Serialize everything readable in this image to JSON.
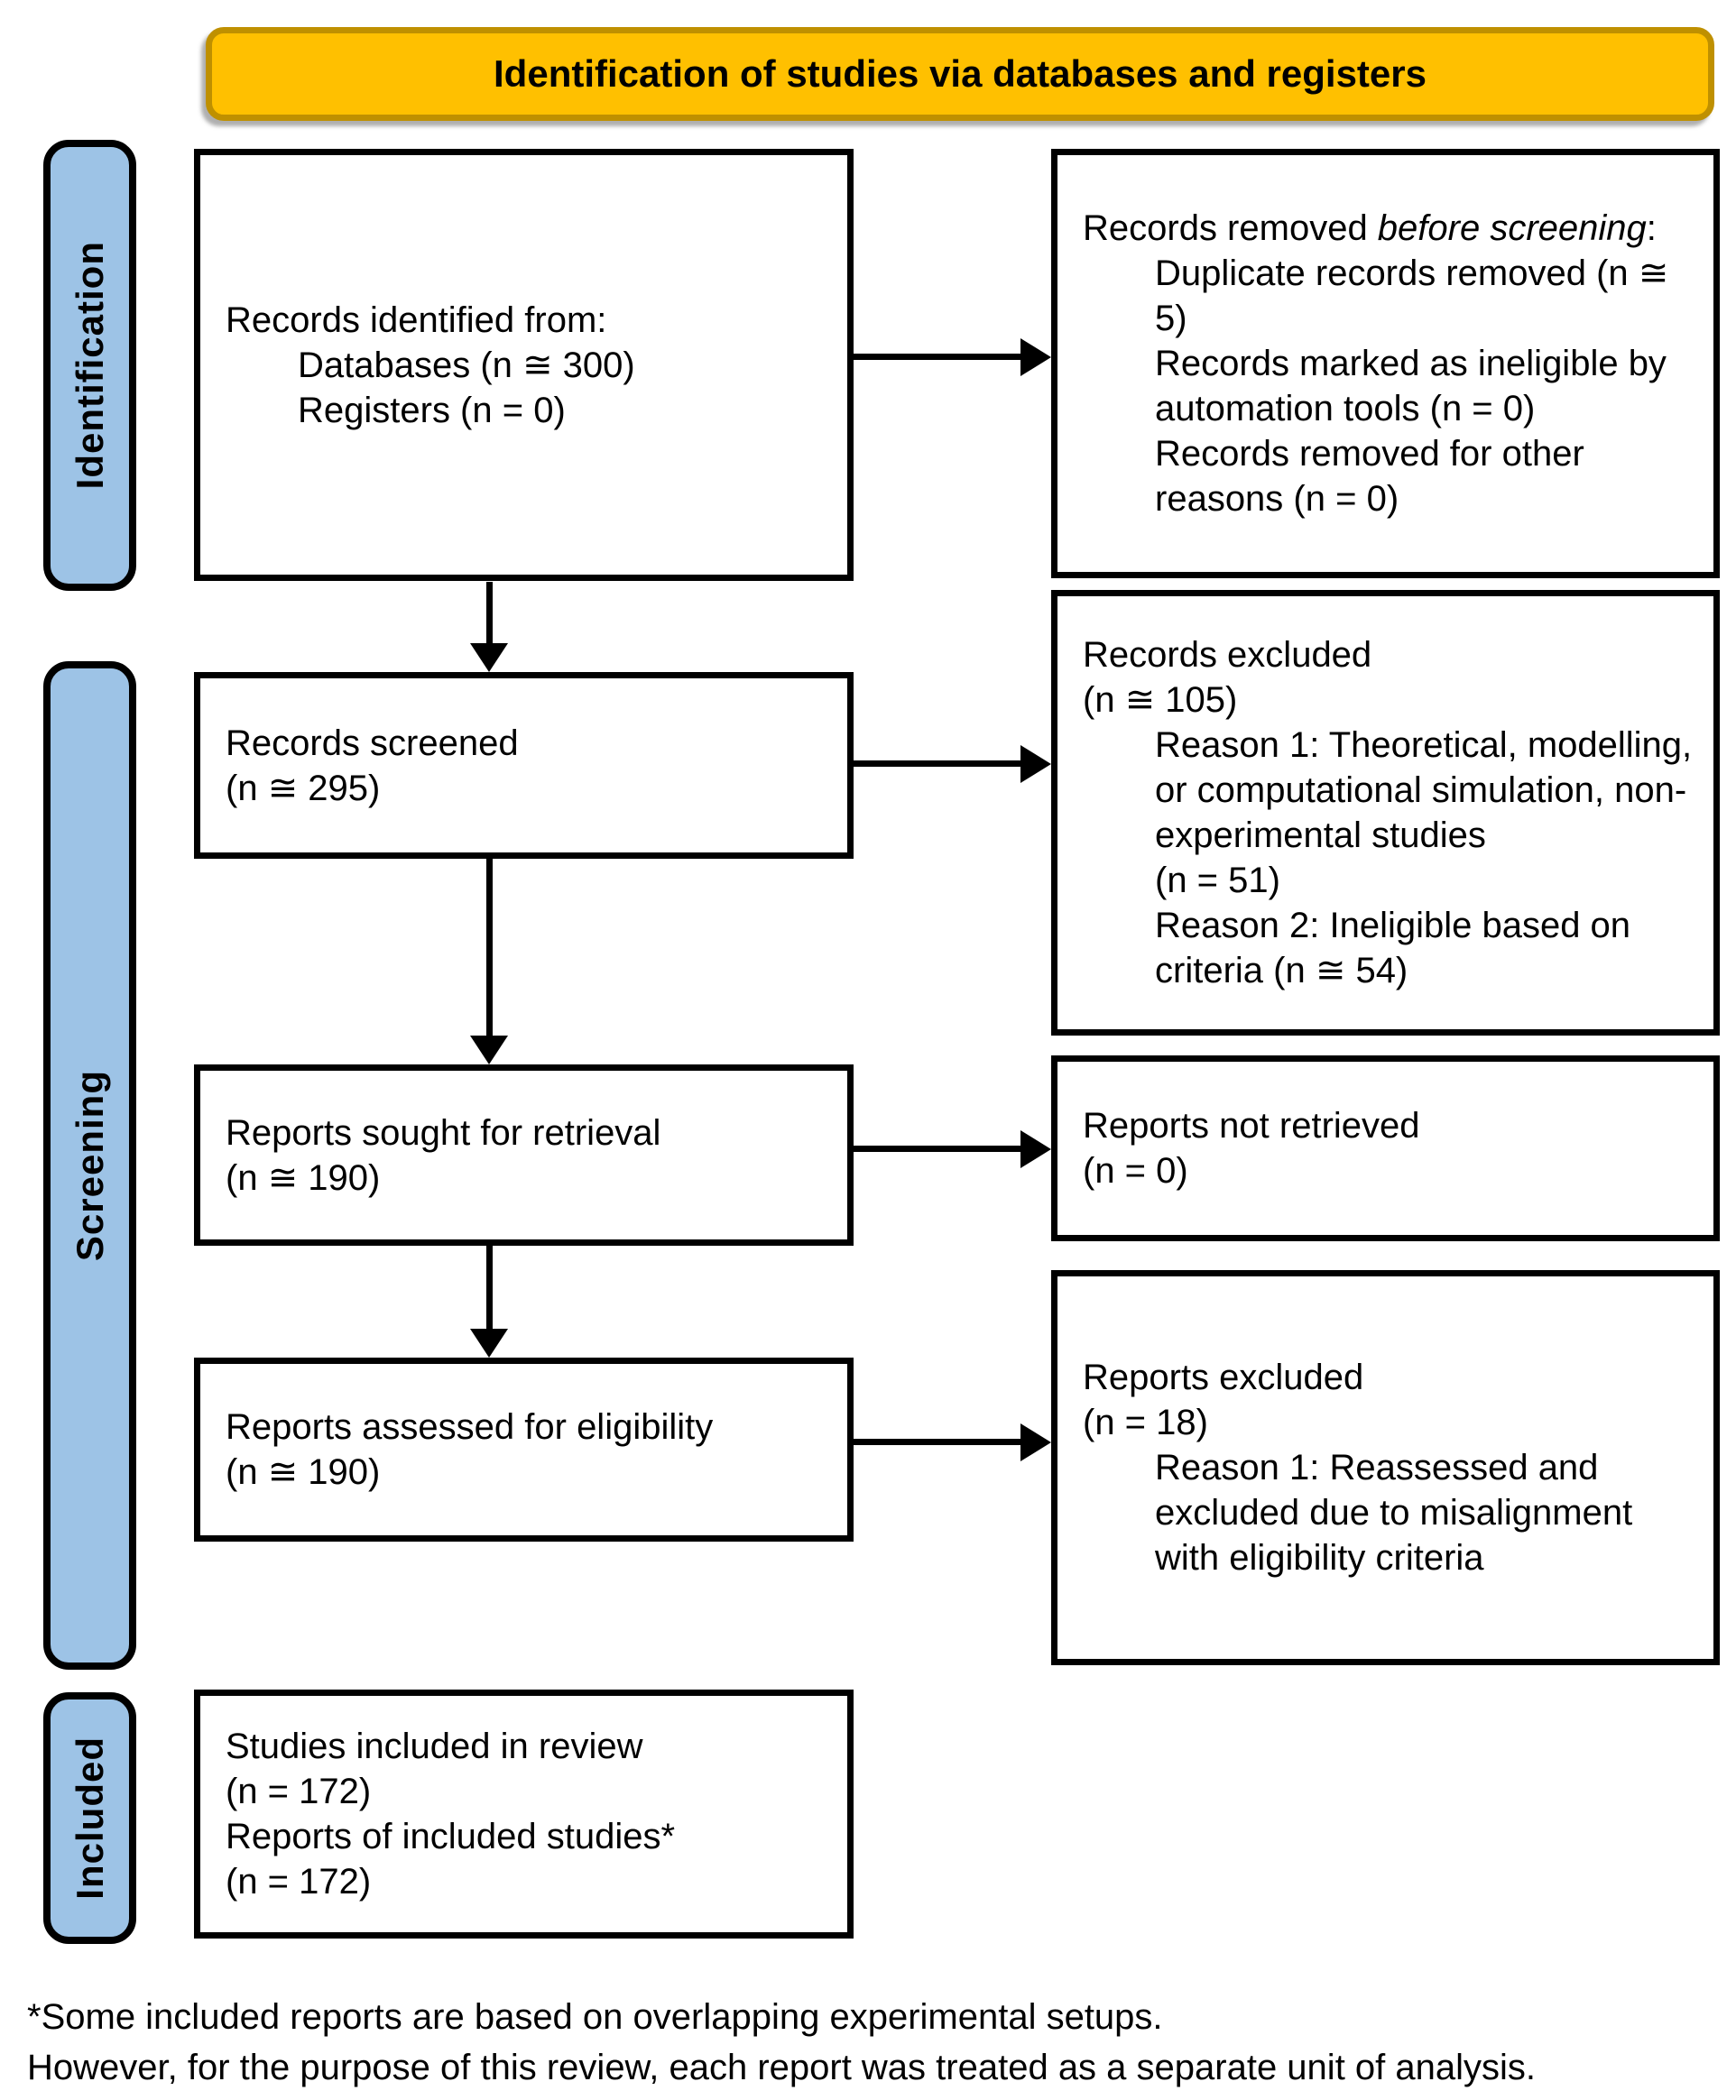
{
  "header": {
    "title": "Identification of studies via databases and registers"
  },
  "colors": {
    "header_fill": "#FFC000",
    "header_border": "#BF9000",
    "stage_fill": "#9DC3E6",
    "box_border": "#000000"
  },
  "stages": {
    "identification": "Identification",
    "screening": "Screening",
    "included": "Included"
  },
  "boxes": {
    "identified": {
      "title": "Records identified from:",
      "items": [
        "Databases (n ≅ 300)",
        "Registers (n = 0)"
      ]
    },
    "screened": {
      "line1": "Records screened",
      "line2": "(n ≅ 295)"
    },
    "sought": {
      "line1": "Reports sought for retrieval",
      "line2": "(n ≅ 190)"
    },
    "assessed": {
      "line1": "Reports assessed for eligibility",
      "line2": "(n ≅ 190)"
    },
    "included": {
      "line1": "Studies included in review",
      "line2": "(n = 172)",
      "line3": "Reports of included studies*",
      "line4": "(n = 172)"
    }
  },
  "side_boxes": {
    "removed": {
      "title_prefix": "Records removed ",
      "title_italic": "before",
      "title_italic2": "screening",
      "title_suffix": ":",
      "items": [
        "Duplicate records removed (n ≅ 5)",
        "Records marked as ineligible by automation tools (n = 0)",
        "Records removed for other reasons (n = 0)"
      ]
    },
    "records_excluded": {
      "line1": "Records excluded",
      "line2": "(n ≅ 105)",
      "items": [
        "Reason 1: Theoretical, modelling, or computational simulation, non-experimental studies",
        "(n = 51)",
        "Reason 2: Ineligible based on criteria (n ≅ 54)"
      ]
    },
    "not_retrieved": {
      "line1": "Reports not retrieved",
      "line2": "(n = 0)"
    },
    "reports_excluded": {
      "line1": "Reports excluded",
      "line2": "(n = 18)",
      "items": [
        "Reason 1: Reassessed and excluded due to misalignment with eligibility criteria"
      ]
    }
  },
  "footnote": {
    "line1": "*Some included reports are based on overlapping experimental setups.",
    "line2": "However, for the purpose of this review, each report was treated as a separate unit of analysis."
  }
}
